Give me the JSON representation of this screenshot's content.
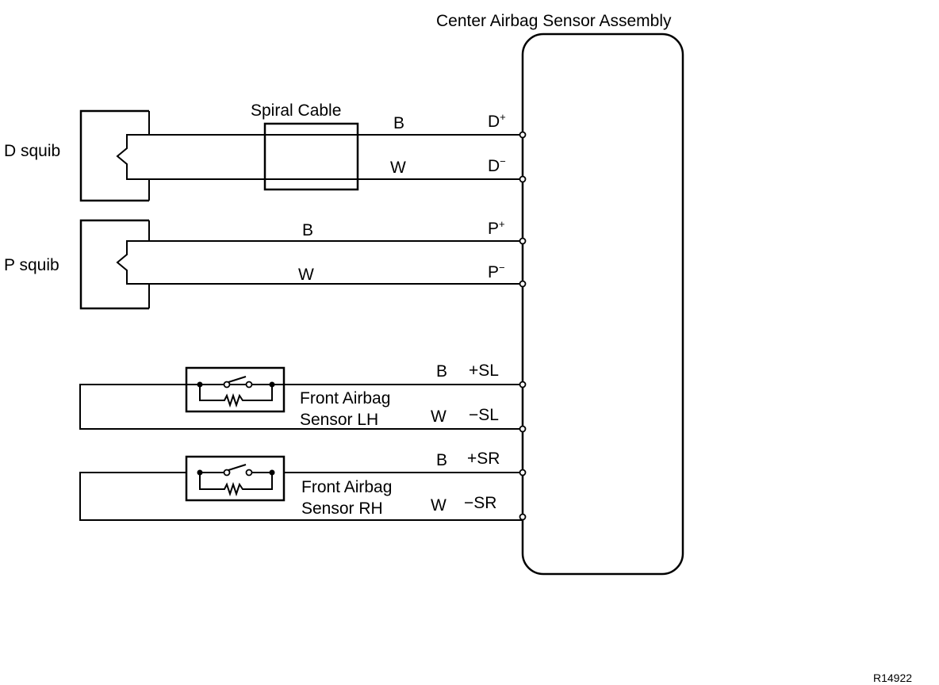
{
  "center_unit": {
    "title": "Center Airbag Sensor Assembly"
  },
  "spiral_cable": {
    "label": "Spiral Cable"
  },
  "d_squib": {
    "label": "D squib",
    "wire_top_color": "B",
    "wire_bottom_color": "W",
    "term_top": "D",
    "term_top_sign": "+",
    "term_bottom": "D",
    "term_bottom_sign": "−"
  },
  "p_squib": {
    "label": "P squib",
    "wire_top_color": "B",
    "wire_bottom_color": "W",
    "term_top": "P",
    "term_top_sign": "+",
    "term_bottom": "P",
    "term_bottom_sign": "−"
  },
  "front_sensor_lh": {
    "label_line1": "Front Airbag",
    "label_line2": "Sensor LH",
    "wire_top_color": "B",
    "wire_bottom_color": "W",
    "term_top": "+SL",
    "term_bottom": "−SL"
  },
  "front_sensor_rh": {
    "label_line1": "Front Airbag",
    "label_line2": "Sensor RH",
    "wire_top_color": "B",
    "wire_bottom_color": "W",
    "term_top": "+SR",
    "term_bottom": "−SR"
  },
  "figure_code": "R14922"
}
